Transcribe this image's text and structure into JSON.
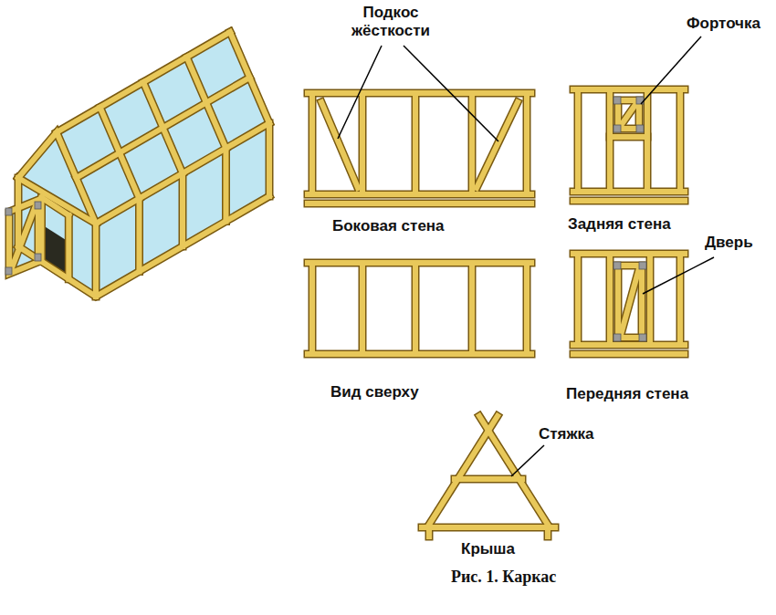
{
  "diagram": {
    "caption": "Рис. 1. Каркас",
    "labels": [
      "Подкос жёсткости",
      "Форточка",
      "Боковая стена",
      "Задняя стена",
      "Дверь",
      "Вид сверху",
      "Передняя стена",
      "Стяжка",
      "Крыша"
    ]
  }
}
